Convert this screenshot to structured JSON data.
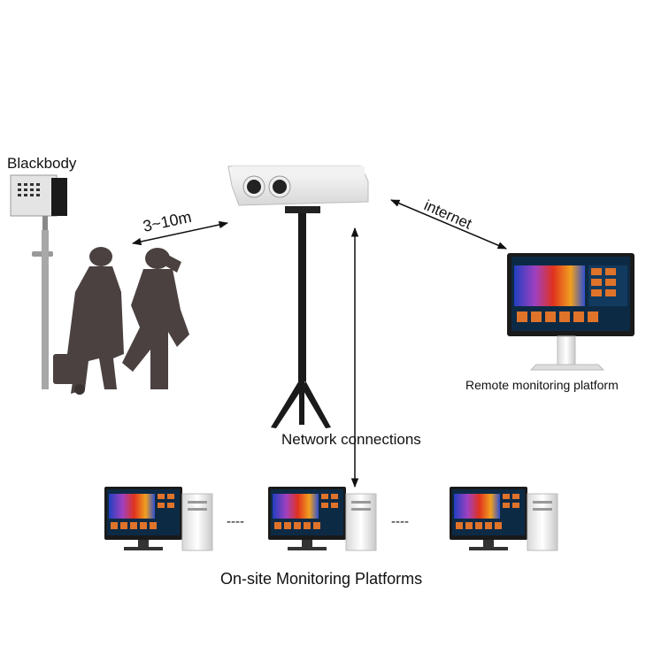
{
  "labels": {
    "blackbody": "Blackbody",
    "distance": "3~10m",
    "internet": "internet",
    "remote_platform": "Remote monitoring platform",
    "network_connections": "Network connections",
    "onsite_platforms": "On-site Monitoring Platforms",
    "separator_1": "----",
    "separator_2": "----"
  },
  "icons": {
    "blackbody": "blackbody-icon",
    "camera": "thermal-camera-icon",
    "people": "walking-people-icon",
    "monitor": "monitor-icon",
    "desktop": "desktop-computer-icon"
  },
  "colors": {
    "text": "#111111",
    "silhouette": "#4a4140",
    "stand": "#1a1a1a",
    "screen_bg": "#0d2a45",
    "thermal_hot": "#e0321e",
    "thermal_mid": "#a040c0",
    "thermal_cool": "#2040c0"
  }
}
